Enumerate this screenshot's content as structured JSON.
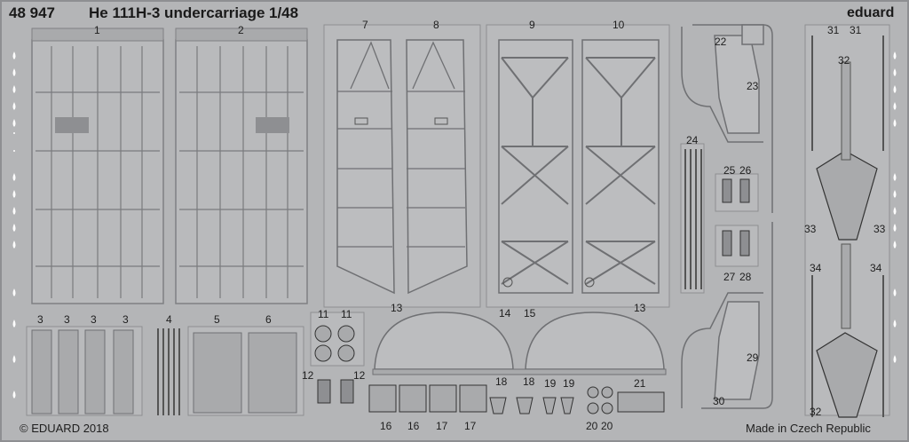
{
  "header": {
    "catalog": "48 947",
    "title": "He 111H-3 undercarriage",
    "scale": "1/48",
    "brand": "eduard"
  },
  "footer": {
    "copyright": "© EDUARD 2018",
    "origin": "Made in Czech Republic"
  },
  "part_numbers": [
    "1",
    "2",
    "7",
    "8",
    "9",
    "10",
    "22",
    "23",
    "24",
    "25",
    "26",
    "27",
    "28",
    "29",
    "30",
    "31",
    "31",
    "32",
    "32",
    "33",
    "33",
    "34",
    "34",
    "3",
    "3",
    "3",
    "3",
    "4",
    "5",
    "6",
    "11",
    "11",
    "12",
    "12",
    "13",
    "13",
    "14",
    "15",
    "16",
    "16",
    "17",
    "17",
    "18",
    "18",
    "19",
    "19",
    "20",
    "20",
    "21"
  ],
  "colors": {
    "metal": "#b4b5b7",
    "etch_line": "#8e8f92",
    "dark": "#2a2a2a",
    "hole": "#ffffff"
  }
}
